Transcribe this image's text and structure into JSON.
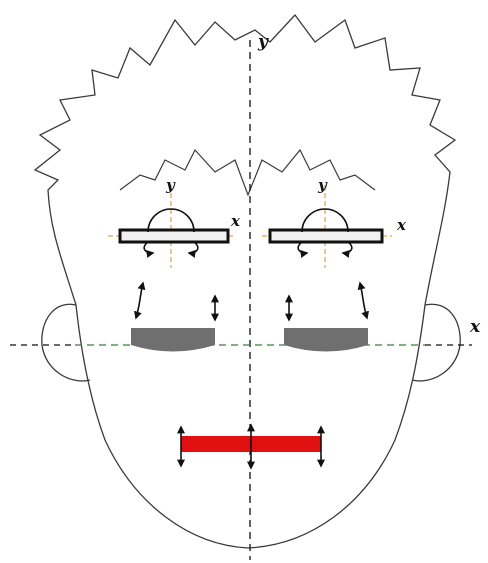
{
  "diagram": {
    "axis_labels": {
      "face_vertical": "y",
      "face_horizontal": "x",
      "left_brow_y": "y",
      "left_brow_x": "x",
      "right_brow_y": "y",
      "right_brow_x": "x"
    },
    "colors": {
      "outline": "#3a3a3a",
      "vertical_axis": "#111111",
      "horizontal_axis": "#1f7a1f",
      "midline_green": "#2e8b2e",
      "brow_bar": "#111111",
      "brow_fill": "#f0f0f0",
      "brow_crosshair": "#e08a1e",
      "eye_patch": "#6f6f6f",
      "mouth_bar": "#e01010",
      "arrow": "#111111"
    },
    "icons": {
      "brow_rotation": "rotation-arc-icon",
      "vertical_motion": "double-arrow-icon"
    }
  }
}
